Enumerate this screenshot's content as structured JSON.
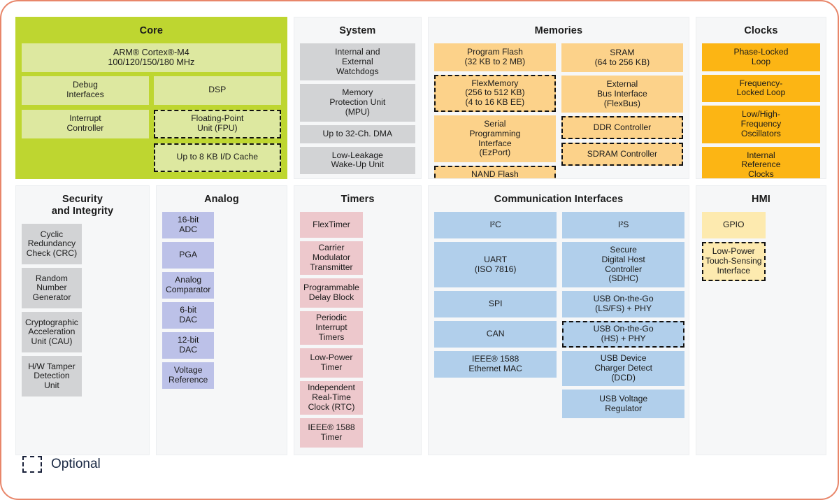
{
  "legend": {
    "icon": "dashed-box-icon",
    "label": "Optional"
  },
  "colors": {
    "border": "#e8866a",
    "panel_bg": "#f6f7f8",
    "core_green": "#bed630",
    "core_block": "#dde8a0",
    "system_gray": "#d2d3d5",
    "memories_orange": "#fcd28a",
    "clocks_amber": "#fcb514",
    "analog_lavender": "#bcc1e8",
    "timers_pink": "#edc8cc",
    "comm_blue": "#b1cfeb",
    "hmi_yellow": "#fdeaaf"
  },
  "sections": {
    "core": {
      "title": "Core",
      "cpu": "ARM® Cortex®-M4\n100/120/150/180 MHz",
      "cpu_line1": "ARM® Cortex®-M4",
      "cpu_line2": "100/120/150/180 MHz",
      "left": [
        {
          "label": "Debug\nInterfaces",
          "optional": false
        },
        {
          "label": "Interrupt\nController",
          "optional": false
        }
      ],
      "right": [
        {
          "label": "DSP",
          "optional": false
        },
        {
          "label": "Floating-Point\nUnit (FPU)",
          "optional": true
        },
        {
          "label": "Up to 8 KB I/D Cache",
          "optional": true
        }
      ]
    },
    "system": {
      "title": "System",
      "blocks": [
        {
          "label": "Internal and\nExternal\nWatchdogs",
          "optional": false
        },
        {
          "label": "Memory\nProtection Unit\n(MPU)",
          "optional": false
        },
        {
          "label": "Up to 32-Ch. DMA",
          "optional": false
        },
        {
          "label": "Low-Leakage\nWake-Up Unit",
          "optional": false
        }
      ]
    },
    "memories": {
      "title": "Memories",
      "left": [
        {
          "label": "Program Flash\n(32 KB to 2 MB)",
          "optional": false
        },
        {
          "label": "FlexMemory\n(256 to 512 KB)\n(4 to 16 KB EE)",
          "optional": true
        },
        {
          "label": "Serial\nProgramming\nInterface\n(EzPort)",
          "optional": false
        },
        {
          "label": "NAND Flash\nController",
          "optional": true
        }
      ],
      "right": [
        {
          "label": "SRAM\n(64 to 256 KB)",
          "optional": false
        },
        {
          "label": "External\nBus Interface\n(FlexBus)",
          "optional": false
        },
        {
          "label": "DDR Controller",
          "optional": true
        },
        {
          "label": "SDRAM Controller",
          "optional": true
        }
      ]
    },
    "clocks": {
      "title": "Clocks",
      "blocks": [
        {
          "label": "Phase-Locked\nLoop",
          "optional": false
        },
        {
          "label": "Frequency-\nLocked Loop",
          "optional": false
        },
        {
          "label": "Low/High-\nFrequency\nOscillators",
          "optional": false
        },
        {
          "label": "Internal\nReference\nClocks",
          "optional": false
        }
      ]
    },
    "security": {
      "title": "Security\nand Integrity",
      "title_line1": "Security",
      "title_line2": "and Integrity",
      "blocks": [
        {
          "label": "Cyclic\nRedundancy\nCheck (CRC)",
          "optional": false
        },
        {
          "label": "Random\nNumber\nGenerator",
          "optional": false
        },
        {
          "label": "Cryptographic\nAcceleration\nUnit (CAU)",
          "optional": false
        },
        {
          "label": "H/W Tamper\nDetection\nUnit",
          "optional": false
        }
      ]
    },
    "analog": {
      "title": "Analog",
      "blocks": [
        {
          "label": "16-bit\nADC",
          "optional": false
        },
        {
          "label": "PGA",
          "optional": false
        },
        {
          "label": "Analog\nComparator",
          "optional": false
        },
        {
          "label": "6-bit\nDAC",
          "optional": false
        },
        {
          "label": "12-bit\nDAC",
          "optional": false
        },
        {
          "label": "Voltage\nReference",
          "optional": false
        }
      ]
    },
    "timers": {
      "title": "Timers",
      "blocks": [
        {
          "label": "FlexTimer",
          "optional": false
        },
        {
          "label": "Carrier\nModulator\nTransmitter",
          "optional": false
        },
        {
          "label": "Programmable\nDelay Block",
          "optional": false
        },
        {
          "label": "Periodic\nInterrupt\nTimers",
          "optional": false
        },
        {
          "label": "Low-Power\nTimer",
          "optional": false
        },
        {
          "label": "Independent\nReal-Time\nClock (RTC)",
          "optional": false
        },
        {
          "label": "IEEE® 1588\nTimer",
          "optional": false
        }
      ]
    },
    "communication": {
      "title": "Communication Interfaces",
      "left": [
        {
          "label": "I²C",
          "optional": false
        },
        {
          "label": "UART\n(ISO 7816)",
          "optional": false
        },
        {
          "label": "SPI",
          "optional": false
        },
        {
          "label": "CAN",
          "optional": false
        },
        {
          "label": "IEEE® 1588\nEthernet MAC",
          "optional": false
        }
      ],
      "right": [
        {
          "label": "I²S",
          "optional": false
        },
        {
          "label": "Secure\nDigital Host\nController\n(SDHC)",
          "optional": false
        },
        {
          "label": "USB On-the-Go\n(LS/FS) + PHY",
          "optional": false
        },
        {
          "label": "USB On-the-Go\n(HS) + PHY",
          "optional": true
        },
        {
          "label": "USB Device\nCharger Detect\n(DCD)",
          "optional": false
        },
        {
          "label": "USB Voltage\nRegulator",
          "optional": false
        }
      ]
    },
    "hmi": {
      "title": "HMI",
      "blocks": [
        {
          "label": "GPIO",
          "optional": false
        },
        {
          "label": "Low-Power\nTouch-Sensing\nInterface",
          "optional": true
        }
      ]
    }
  }
}
